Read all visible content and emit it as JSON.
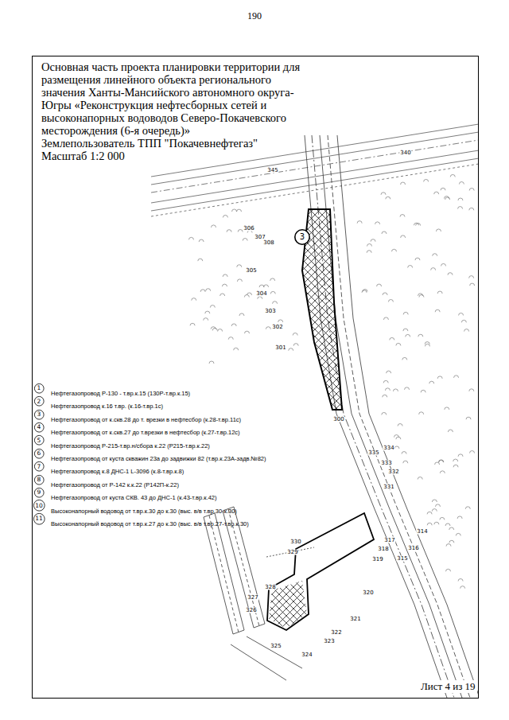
{
  "diagram": {
    "title": "Основная часть проекта планировки территории для размещения линейного объекта регионального значения Ханты-Мансийского автономного округа- Югры «Реконструкция нефтесборных сетей и высоконапорных водоводов Северо-Покачевского месторождения (6-я очередь)»",
    "nodes": [
      {
        "text": [
          "1"
        ]
      },
      {
        "text": [
          "2"
        ]
      },
      {
        "text": [
          "3"
        ]
      },
      {
        "text": [
          "4"
        ]
      },
      {
        "text": [
          "5"
        ]
      },
      {
        "text": [
          "6"
        ]
      },
      {
        "text": [
          "7"
        ]
      },
      {
        "text": [
          "8"
        ]
      },
      {
        "text": [
          "9"
        ]
      },
      {
        "text": [
          "10"
        ]
      },
      {
        "text": [
          "11"
        ]
      },
      {
        "text": [
          "3"
        ]
      }
    ],
    "labels": [
      "190",
      "Землепользователь ТПП \"Покачевнефтегаз\"",
      "Масштаб 1:2 000",
      "340",
      "345",
      "306",
      "307",
      "308",
      "305",
      "304",
      "303",
      "302",
      "301",
      "300",
      "335",
      "334",
      "333",
      "332",
      "331",
      "330",
      "329",
      "328",
      "327",
      "326",
      "325",
      "324",
      "323",
      "322",
      "321",
      "320",
      "319",
      "318",
      "317",
      "316",
      "315",
      "314",
      "Лист 4 из 19"
    ],
    "legend": [
      {
        "text": "Нефтегазопровод Р-130 - т.вр.к.15 (130Р-т.вр.к.15)"
      },
      {
        "text": "Нефтегазопровод к.16 т.вр. (к.16-т.вр.1с)"
      },
      {
        "text": "Нефтегазопровод от к.скв.28 до т. врезки в нефтесбор (к.28-т.вр.11с)"
      },
      {
        "text": "Нефтегазопровод от к.скв.27 до т.врезки в нефтесбор (к.27-т.вр.12с)"
      },
      {
        "text": "Нефтегазопровод Р-215-т.вр.н/сбора к.22 (Р215-т.вр.к.22)"
      },
      {
        "text": "Нефтегазопровод от куста скважин 23а до задвижки 82 (т.вр.к.23А-задв.№82)"
      },
      {
        "text": "Нефтегазопровод к.8 ДНС-1 L-3096 (к.8-т.вр.к.8)"
      },
      {
        "text": "Нефтегазопровод от Р-142 к.к.22 (Р142П-к.22)"
      },
      {
        "text": "Нефтегазопровод от куста СКВ. 43 до ДНС-1 (к.43-т.вр.к.42)"
      },
      {
        "text": "Высоконапорный водовод от т.вр.к.30 до к.30 (выс. в/в т.вр.30-к.30)"
      },
      {
        "text": "Высоконапорный водовод от т.вр.к.27 до к.30 (выс. в/в т.вр.27-т.вр.к.30)"
      }
    ]
  }
}
